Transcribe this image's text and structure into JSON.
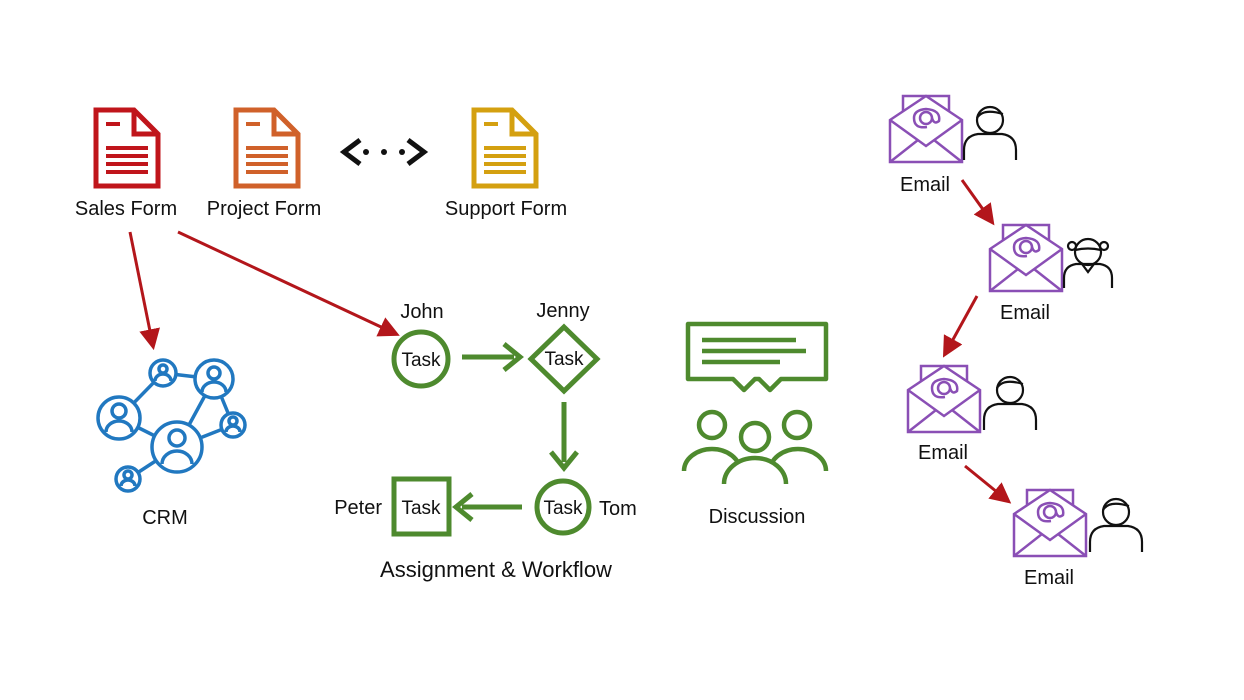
{
  "forms": {
    "sales": {
      "label": "Sales Form"
    },
    "project": {
      "label": "Project Form"
    },
    "support": {
      "label": "Support Form"
    }
  },
  "crm": {
    "label": "CRM"
  },
  "workflow": {
    "title": "Assignment & Workflow",
    "nodes": [
      {
        "person": "John",
        "task": "Task",
        "shape": "circle"
      },
      {
        "person": "Jenny",
        "task": "Task",
        "shape": "diamond"
      },
      {
        "person": "Tom",
        "task": "Task",
        "shape": "circle"
      },
      {
        "person": "Peter",
        "task": "Task",
        "shape": "square"
      }
    ]
  },
  "discussion": {
    "label": "Discussion"
  },
  "emails": [
    {
      "label": "Email",
      "person": "man"
    },
    {
      "label": "Email",
      "person": "woman"
    },
    {
      "label": "Email",
      "person": "man"
    },
    {
      "label": "Email",
      "person": "man"
    }
  ],
  "colors": {
    "sales": "#c0151b",
    "project": "#d0612a",
    "support": "#d4a010",
    "crm": "#2178c0",
    "workflow": "#4e8a2e",
    "email": "#8a4fb5",
    "arrow": "#b3161b"
  }
}
